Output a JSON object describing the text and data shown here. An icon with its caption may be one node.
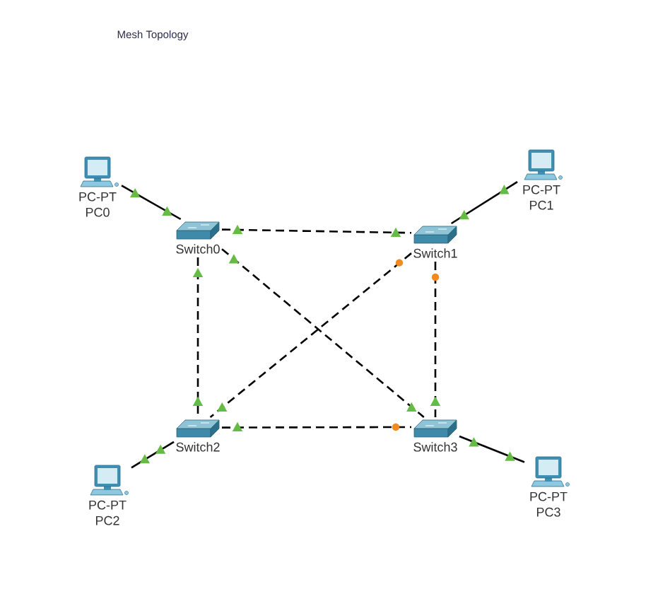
{
  "diagram": {
    "title": "Mesh Topology",
    "nodes": [
      {
        "text": [
          "PC-PT",
          "PC0"
        ]
      },
      {
        "text": [
          "PC-PT",
          "PC1"
        ]
      },
      {
        "text": [
          "Switch0"
        ]
      },
      {
        "text": [
          "Switch1"
        ]
      },
      {
        "text": [
          "Switch2"
        ]
      },
      {
        "text": [
          "Switch3"
        ]
      },
      {
        "text": [
          "PC-PT",
          "PC2"
        ]
      },
      {
        "text": [
          "PC-PT",
          "PC3"
        ]
      }
    ],
    "edges": [
      {
        "from": 0,
        "to": 2,
        "arrow": "none"
      },
      {
        "from": 1,
        "to": 3,
        "arrow": "none"
      },
      {
        "from": 2,
        "to": 3,
        "arrow": "none",
        "style": "dashed"
      },
      {
        "from": 2,
        "to": 4,
        "arrow": "none",
        "style": "dashed"
      },
      {
        "from": 2,
        "to": 5,
        "arrow": "none",
        "style": "dashed"
      },
      {
        "from": 3,
        "to": 4,
        "arrow": "none",
        "style": "dashed"
      },
      {
        "from": 3,
        "to": 5,
        "arrow": "none",
        "style": "dashed"
      },
      {
        "from": 4,
        "to": 5,
        "arrow": "none",
        "style": "dashed"
      },
      {
        "from": 6,
        "to": 4,
        "arrow": "none"
      },
      {
        "from": 7,
        "to": 5,
        "arrow": "none"
      }
    ]
  }
}
